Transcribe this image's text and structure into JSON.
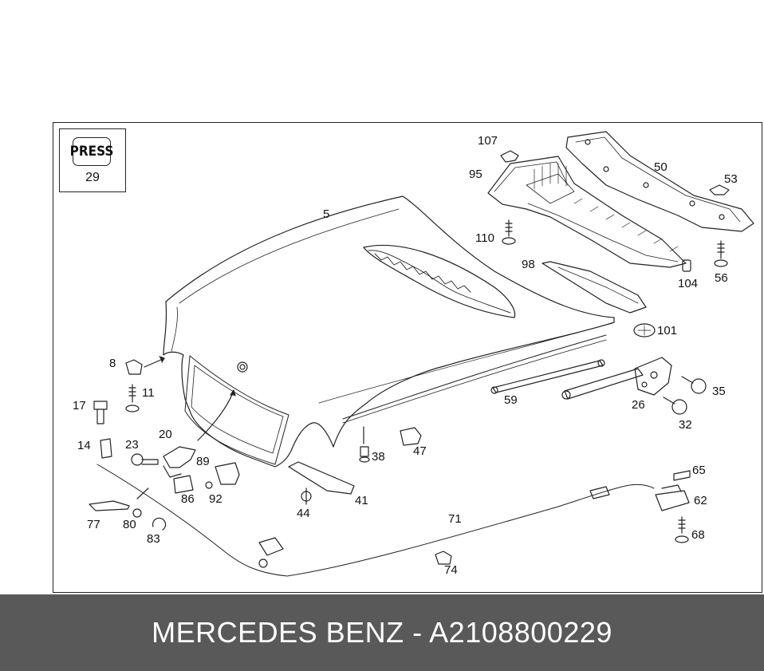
{
  "press_icon": {
    "label": "PRESS",
    "number": "29"
  },
  "callouts": {
    "c5": "5",
    "c107": "107",
    "c95": "95",
    "c50": "50",
    "c53": "53",
    "c110": "110",
    "c98": "98",
    "c104": "104",
    "c56": "56",
    "c101": "101",
    "c8": "8",
    "c11": "11",
    "c17": "17",
    "c35": "35",
    "c59": "59",
    "c26": "26",
    "c32": "32",
    "c20": "20",
    "c14": "14",
    "c23": "23",
    "c89": "89",
    "c38": "38",
    "c47": "47",
    "c86": "86",
    "c92": "92",
    "c44": "44",
    "c41": "41",
    "c65": "65",
    "c77": "77",
    "c80": "80",
    "c71": "71",
    "c62": "62",
    "c83": "83",
    "c68": "68",
    "c74": "74"
  },
  "footer": {
    "caption": "MERCEDES BENZ - A2108800229"
  }
}
